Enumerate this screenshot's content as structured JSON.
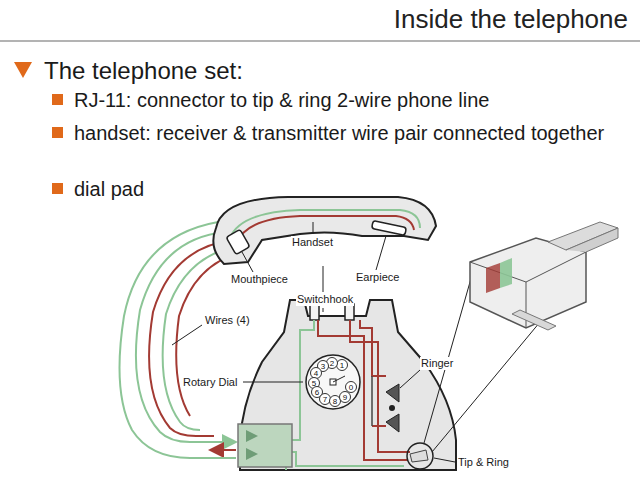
{
  "diagram": {
    "title": "Inside the telephone",
    "nodes": [
      {
        "text": [
          "1"
        ]
      },
      {
        "text": [
          "2"
        ]
      },
      {
        "text": [
          "3"
        ]
      },
      {
        "text": [
          "4"
        ]
      },
      {
        "text": [
          "5"
        ]
      },
      {
        "text": [
          "6"
        ]
      },
      {
        "text": [
          "7"
        ]
      },
      {
        "text": [
          "8"
        ]
      },
      {
        "text": [
          "9"
        ]
      },
      {
        "text": [
          "0"
        ]
      }
    ],
    "labels": [
      "The telephone set:",
      "RJ-11: connector to tip & ring 2-wire phone line",
      "handset: receiver & transmitter wire pair connected together",
      "dial pad",
      "Handset",
      "Mouthpiece",
      "Earpiece",
      "Switchhook",
      "Wires (4)",
      "Rotary Dial",
      "Ringer",
      "Tip & Ring"
    ]
  }
}
